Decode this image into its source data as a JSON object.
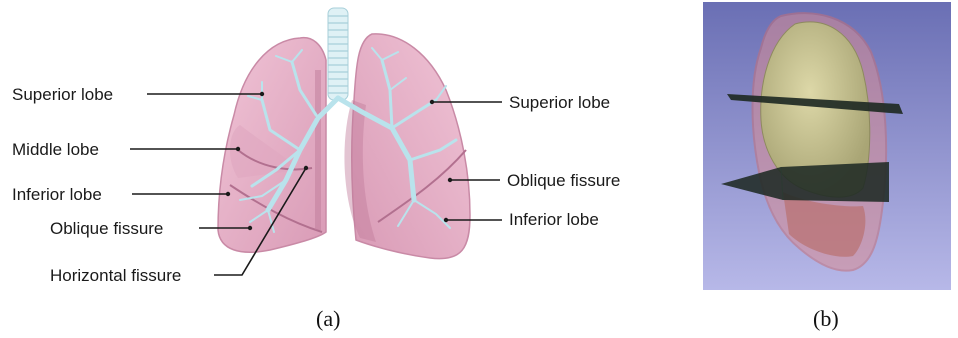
{
  "panel_a": {
    "caption": "(a)",
    "labels": {
      "superior_lobe_left": "Superior lobe",
      "middle_lobe": "Middle lobe",
      "inferior_lobe_left": "Inferior lobe",
      "oblique_fissure_left": "Oblique fissure",
      "horizontal_fissure": "Horizontal fissure",
      "superior_lobe_right": "Superior lobe",
      "oblique_fissure_right": "Oblique fissure",
      "inferior_lobe_right": "Inferior lobe"
    }
  },
  "panel_b": {
    "caption": "(b)"
  },
  "colors": {
    "lung_fill": "#e7b2c8",
    "lung_dark": "#c98aa6",
    "airway": "#b9e3ec",
    "render_bg_top": "#6a6fb4",
    "render_bg_bottom": "#b7b8e8",
    "lung_volume": "#c9c493",
    "plane": "#1f2a24"
  }
}
